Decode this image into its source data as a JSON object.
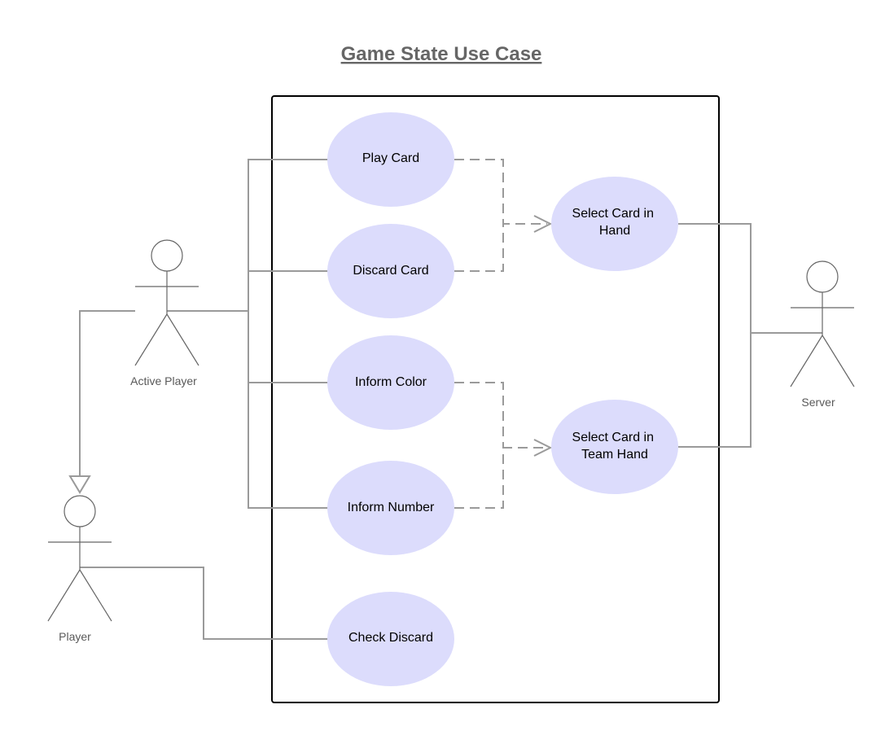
{
  "title": "Game State Use Case",
  "colors": {
    "use_case_fill": "#dcdcfc",
    "connector": "#9a9a9a",
    "actor": "#666666",
    "boundary": "#000000"
  },
  "actors": {
    "active_player": "Active Player",
    "player": "Player",
    "server": "Server"
  },
  "use_cases": {
    "play_card": [
      "Play Card"
    ],
    "discard_card": [
      "Discard Card"
    ],
    "inform_color": [
      "Inform Color"
    ],
    "inform_number": [
      "Inform Number"
    ],
    "check_discard": [
      "Check Discard"
    ],
    "select_card_in_hand": [
      "Select Card in",
      "Hand"
    ],
    "select_card_in_team_hand": [
      "Select Card in",
      "Team Hand"
    ]
  }
}
